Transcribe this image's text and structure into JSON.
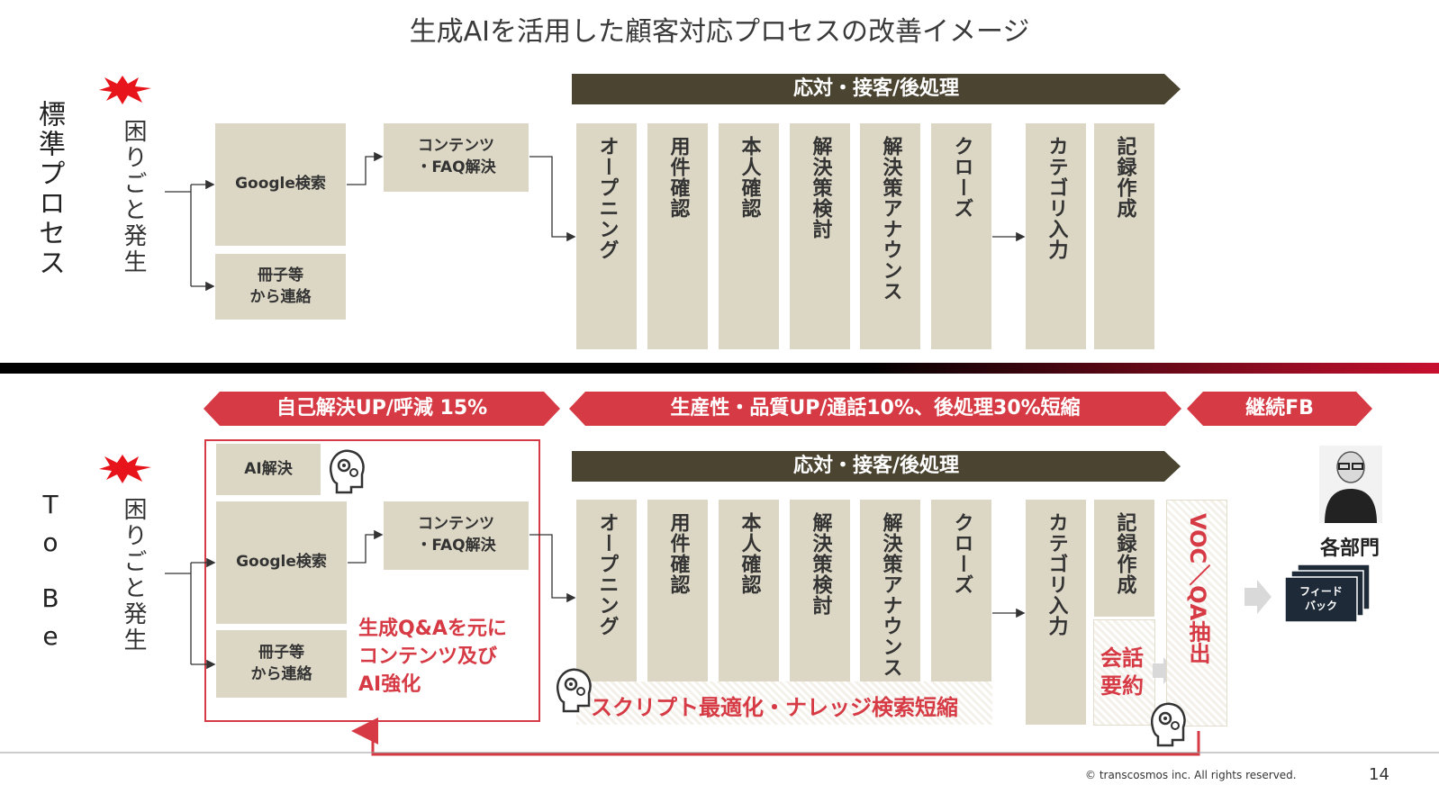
{
  "title": "生成AIを活用した顧客対応プロセスの改善イメージ",
  "standard": {
    "label": "標準プロセス",
    "trouble": "困りごと発生",
    "google": "Google検索",
    "booklet_l1": "冊子等",
    "booklet_l2": "から連絡",
    "faq_l1": "コンテンツ",
    "faq_l2": "・FAQ解決",
    "banner": "応対・接客/後処理",
    "steps": [
      "オープニング",
      "用件確認",
      "本人確認",
      "解決策検討",
      "解決策アナウンス",
      "クローズ",
      "カテゴリ入力",
      "記録作成"
    ]
  },
  "tobe": {
    "label_to": "To",
    "label_be": "Be",
    "trouble": "困りごと発生",
    "ai": "AI解決",
    "google": "Google検索",
    "booklet_l1": "冊子等",
    "booklet_l2": "から連絡",
    "faq_l1": "コンテンツ",
    "faq_l2": "・FAQ解決",
    "banner": "応対・接客/後処理",
    "steps": [
      "オープニング",
      "用件確認",
      "本人確認",
      "解決策検討",
      "解決策アナウンス",
      "クローズ",
      "カテゴリ入力",
      "記録作成"
    ],
    "goal1": "自己解決UP/呼減 15%",
    "goal2": "生産性・品質UP/通話10%、後処理30%短縮",
    "goal3": "継続FB",
    "gen_l1": "生成Q&Aを元に",
    "gen_l2": "コンテンツ及び",
    "gen_l3": "AI強化",
    "script": "スクリプト最適化・ナレッジ検索短縮",
    "summary_l1": "会話",
    "summary_l2": "要約",
    "voc": "VOC／QA抽出",
    "dept": "各部門",
    "fb_l1": "フィード",
    "fb_l2": "バック"
  },
  "footer": {
    "copyright": "© transcosmos inc. All rights reserved.",
    "page": "14"
  },
  "colors": {
    "box": "#dcd7c4",
    "banner_dark": "#4a4431",
    "red": "#d63a44",
    "arrow_gray": "#d9d9d9"
  }
}
